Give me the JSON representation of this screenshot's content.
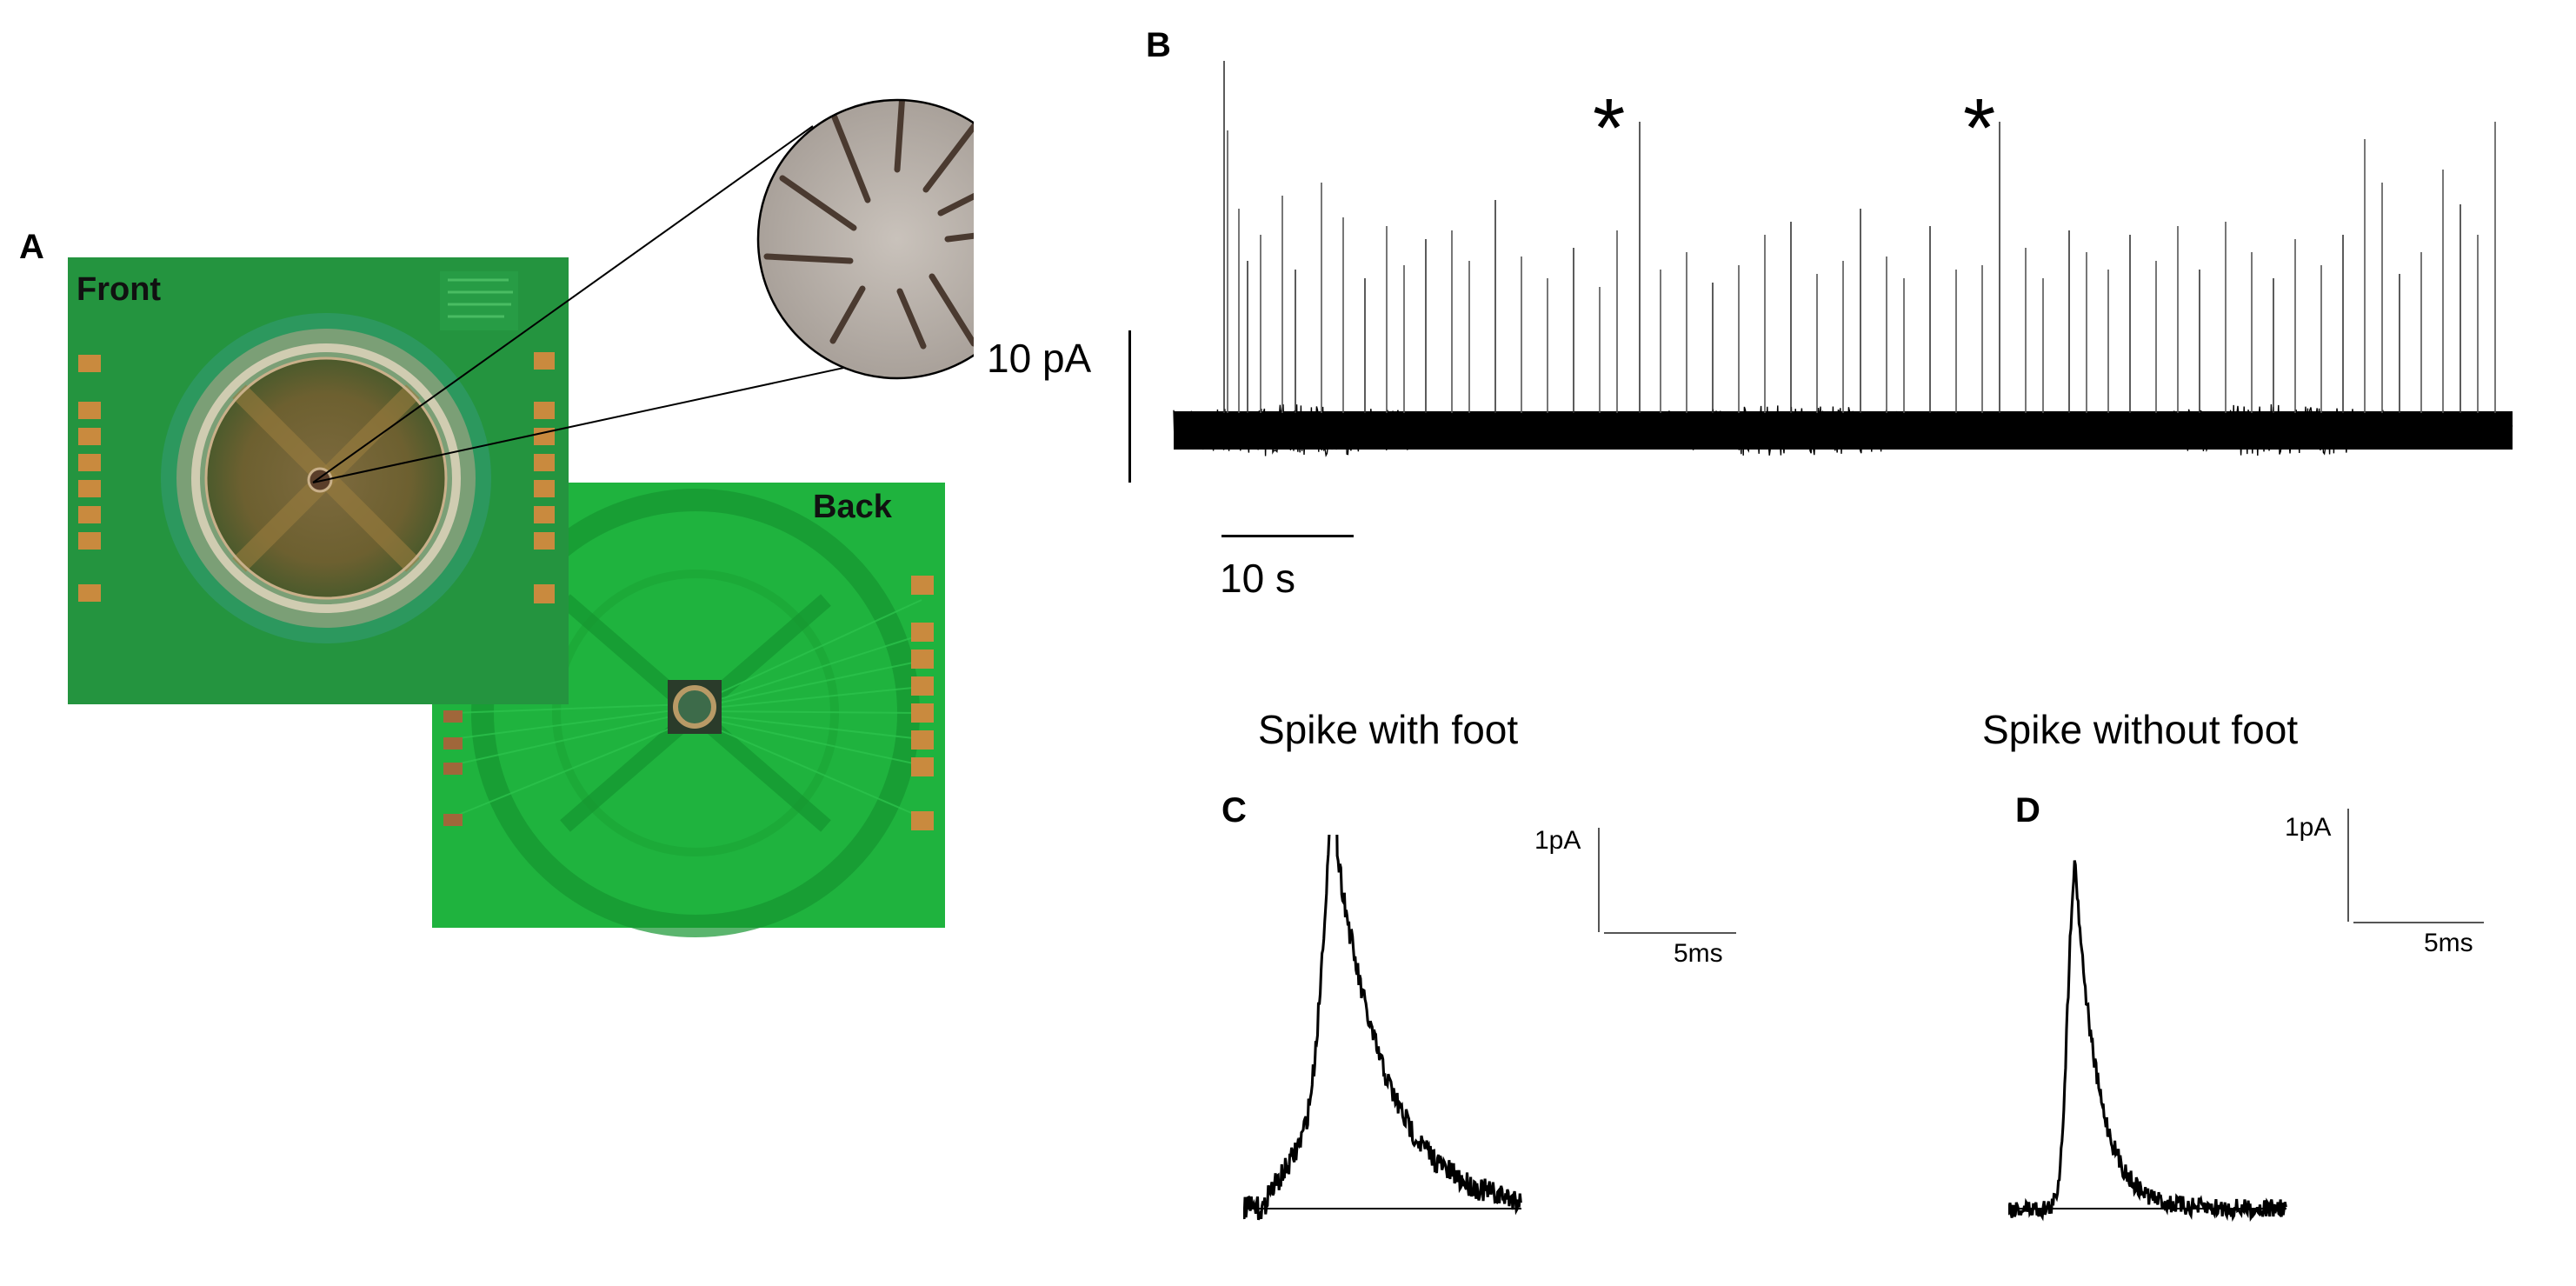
{
  "panels": {
    "A": {
      "letter": "A",
      "front_label": "Front",
      "back_label": "Back",
      "board_color": "#1f9a3a",
      "back_board_color": "#1fb33e",
      "pad_color": "#c98a3e"
    },
    "B": {
      "letter": "B",
      "marker_1": "*",
      "marker_2": "*",
      "y_scale_label": "10 pA",
      "x_scale_label": "10 s"
    },
    "C": {
      "letter": "C",
      "title": "Spike with foot",
      "y_scale_label": "1pA",
      "x_scale_label": "5ms"
    },
    "D": {
      "letter": "D",
      "title": "Spike without foot",
      "y_scale_label": "1pA",
      "x_scale_label": "5ms"
    }
  }
}
